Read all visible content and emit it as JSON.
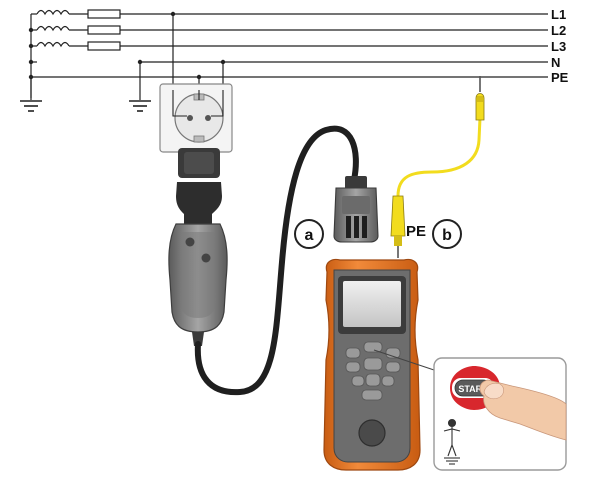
{
  "lines": [
    {
      "id": "L1",
      "label": "L1"
    },
    {
      "id": "L2",
      "label": "L2"
    },
    {
      "id": "L3",
      "label": "L3"
    },
    {
      "id": "N",
      "label": "N"
    },
    {
      "id": "PE",
      "label": "PE"
    }
  ],
  "callouts": {
    "a": "a",
    "b": "b",
    "pe_tip": "PE"
  },
  "start_button": "START",
  "colors": {
    "wire": "#222222",
    "probe_yellow": "#f2dc1e",
    "meter_orange": "#e77a2a",
    "meter_body": "#6f6f6f",
    "screen": "#d9d9d9",
    "plug_gray": "#8a8a8a",
    "start_red": "#d8272d"
  },
  "icons": {
    "ground": "ground-icon",
    "socket": "schuko-socket-icon",
    "person": "grounded-person-icon",
    "finger": "finger-press-icon"
  }
}
